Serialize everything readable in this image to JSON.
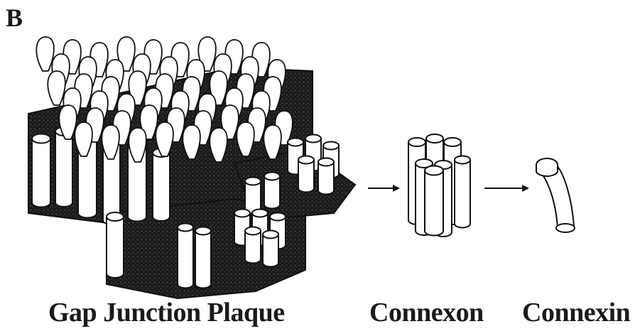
{
  "panel_letter": "B",
  "labels": {
    "plaque": "Gap Junction Plaque",
    "connexon": "Connexon",
    "connexin": "Connexin"
  },
  "colors": {
    "ink": "#111111",
    "membrane": "#1b1b1b",
    "protein": "#ffffff"
  }
}
